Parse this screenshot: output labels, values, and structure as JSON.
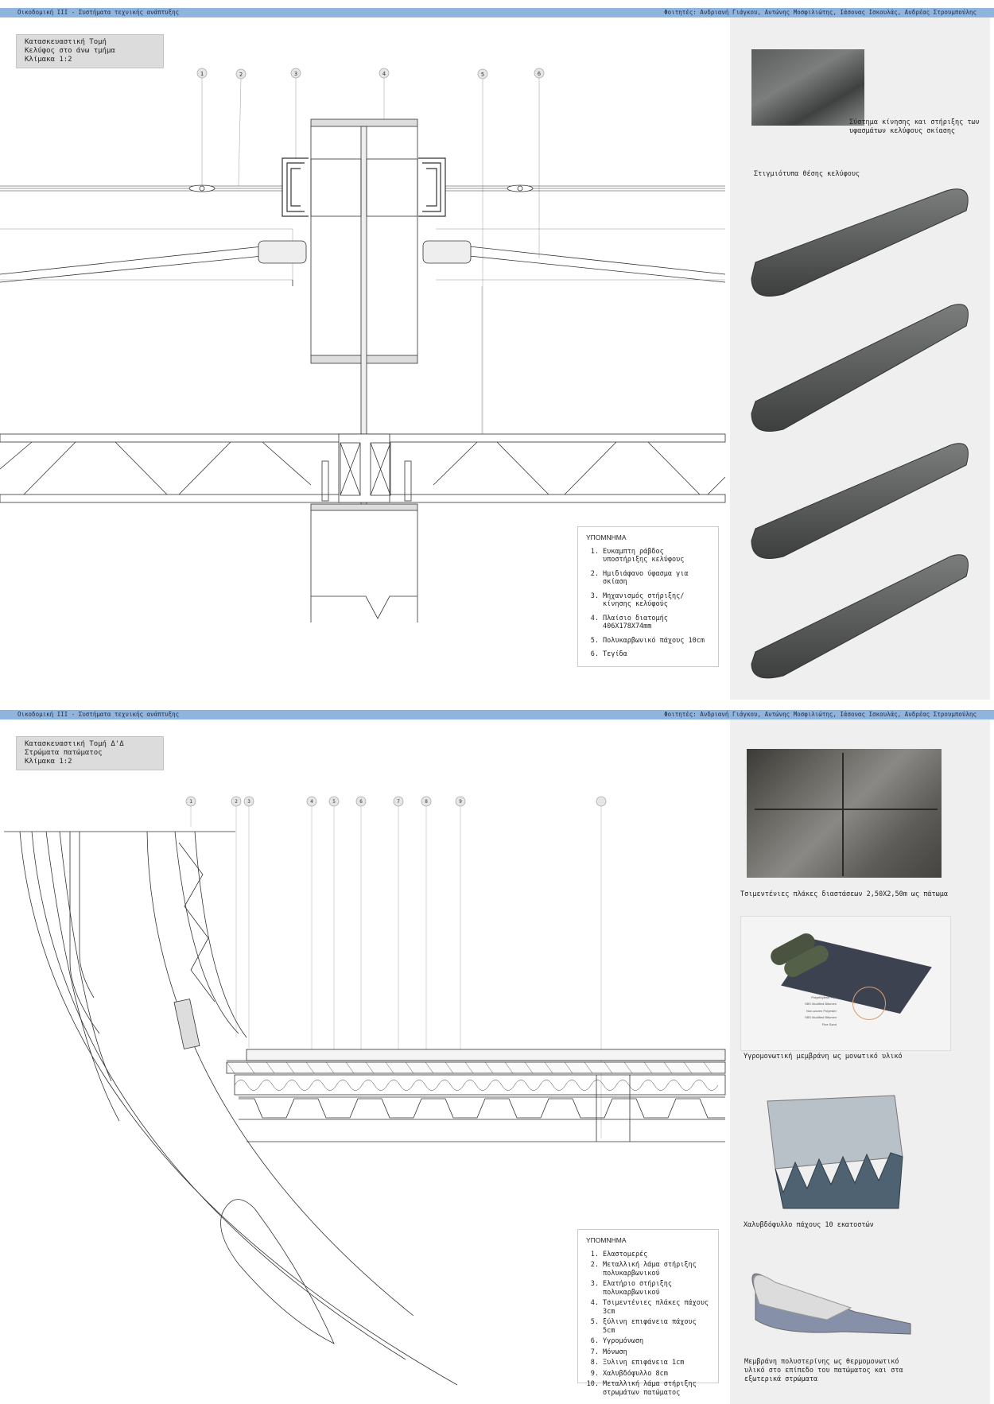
{
  "sheet1": {
    "header_left": "Οικοδομική ΙΙΙ - Συστήματα τεχνικής ανάπτυξης",
    "header_right": "Φοιτητές: Ανδριανή Γιάγκου, Αντώνης Μοσφιλιώτης, Ιάσονας Ισκουλάς, Ανδρέας Στρουμπούλης",
    "title": [
      "Κατασκευαστική Τομή",
      "Κελύφος στο άνω τμήμα",
      "Κλίμακα 1:2"
    ],
    "markers": [
      "1",
      "2",
      "3",
      "4",
      "5",
      "6"
    ],
    "legend": {
      "heading": "ΥΠΟΜΝΗΜΑ",
      "items": [
        {
          "n": "1.",
          "t": "Ευκαμπτη ράβδος υποστήριξης κελύφους"
        },
        {
          "n": "2.",
          "t": "Ημιδιάφανο ύφασμα για σκίαση"
        },
        {
          "n": "3.",
          "t": "Μηχανισμός στήριξης/κίνησης κελύφούς"
        },
        {
          "n": "4.",
          "t": "Πλαίσιο διατομής 406Χ178Χ74mm"
        },
        {
          "n": "5.",
          "t": "Πολυκαρβωνικό πάχους 10cm"
        },
        {
          "n": "6.",
          "t": "Τεγίδα"
        }
      ]
    },
    "captions": {
      "mechanism": "Σύστημα κίνησης και στήριξης των υφασμάτων κελύφους σκίασης",
      "snapshots": "Στιγμιότυπα θέσης κελύφους"
    }
  },
  "sheet2": {
    "header_left": "Οικοδομική ΙΙΙ - Συστήματα τεχνικής ανάπτυξης",
    "header_right": "Φοιτητές: Ανδριανή Γιάγκου, Αντώνης Μοσφιλιώτης, Ιάσονας Ισκουλάς, Ανδρέας Στρουμπούλης",
    "title": [
      "Κατασκευαστική Τομή Δ'Δ",
      "Στρώματα πατώματος",
      "Κλίμακα 1:2"
    ],
    "markers": [
      "1",
      "2",
      "3",
      "4",
      "5",
      "6",
      "7",
      "8",
      "9",
      ""
    ],
    "legend": {
      "heading": "ΥΠΟΜΝΗΜΑ",
      "items": [
        {
          "n": "1.",
          "t": "Ελαστομερές"
        },
        {
          "n": "2.",
          "t": "Μεταλλική λάμα στήριξης πολυκαρβωνικού"
        },
        {
          "n": "3.",
          "t": "Ελατήριο στήριξης πολυκαρβωνικού"
        },
        {
          "n": "4.",
          "t": "Τσιμεντένιες πλάκες πάχους 3cm"
        },
        {
          "n": "5.",
          "t": "ξύλινη επιφάνεια πάχους 5cm"
        },
        {
          "n": "6.",
          "t": "Υγρομόνωση"
        },
        {
          "n": "7.",
          "t": "Μόνωση"
        },
        {
          "n": "8.",
          "t": "Ξυλινη επιφάνεια 1cm"
        },
        {
          "n": "9.",
          "t": "Χαλυβδόφυλλο 8cm"
        },
        {
          "n": "10.",
          "t": "Μεταλλική λάμα στήριξης στρωμάτων πατώματος"
        }
      ]
    },
    "captions": {
      "tiles": "Τσιμεντένιες πλάκες διαστάσεων 2,50Χ2,50m ως πάτωμα",
      "membrane": "Υγρομονωτική μεμβράνη ως μονωτικό υλικό",
      "steel": "Χαλυβδόφυλλο πάχους 10 εκατοστών",
      "polystyrene": "Μεμβράνη πολυστερίνης ως θερμομονωτικό υλικό στο επίπεδο του πατώματος και στα εξωτερικά στρώματα"
    },
    "membrane_labels": [
      "Polyethylene Film",
      "SBS Modified Bitumen",
      "Non-woven Polyester",
      "SBS Modified Bitumen",
      "Fine Sand"
    ]
  }
}
